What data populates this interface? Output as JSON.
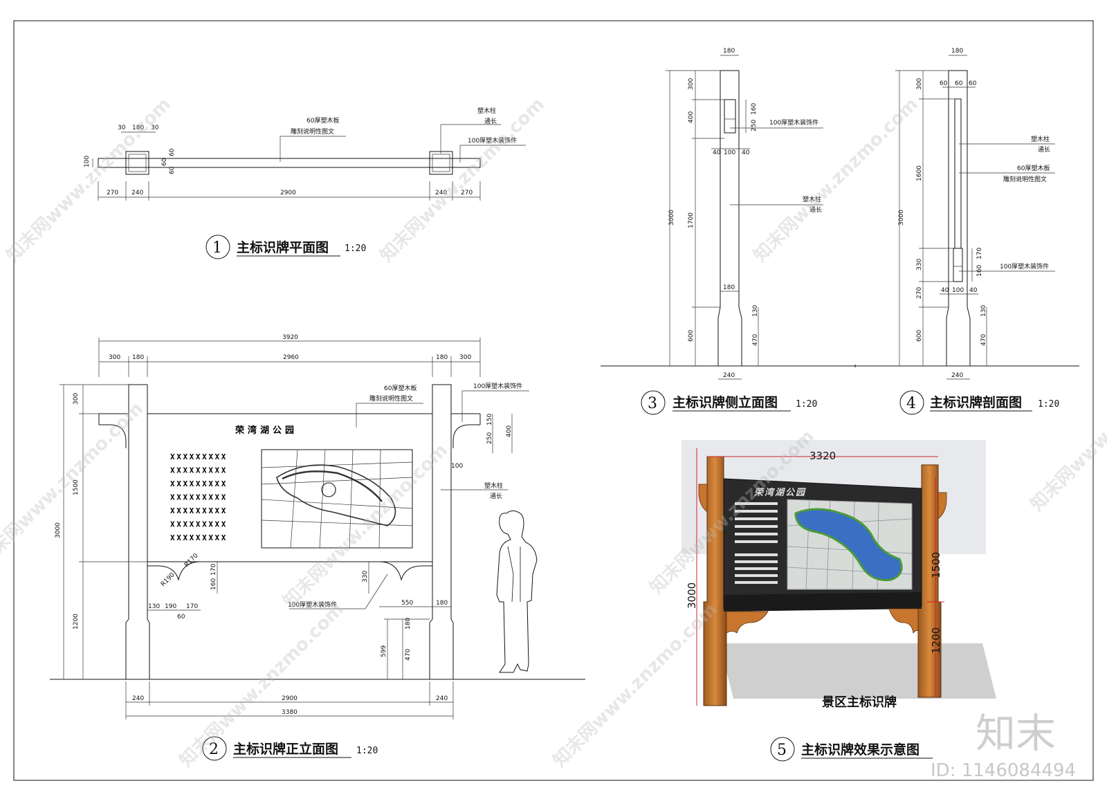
{
  "drawing_1": {
    "number": "1",
    "title": "主标识牌平面图",
    "scale": "1:20",
    "dims": {
      "top_30a": "30",
      "top_180": "180",
      "top_30b": "30",
      "left_100": "100",
      "v_60a": "60",
      "v_60b": "60",
      "v_60c": "60",
      "b_270a": "270",
      "b_240a": "240",
      "b_2900": "2900",
      "b_240b": "240",
      "b_270b": "270"
    },
    "notes": {
      "board_1": "60厚塑木板",
      "board_2": "雕刻说明性图文",
      "post_1": "塑木柱",
      "post_2": "通长",
      "deco": "100厚塑木装饰件"
    }
  },
  "drawing_2": {
    "number": "2",
    "title": "主标识牌正立面图",
    "scale": "1:20",
    "board_title": "荣湾湖公园",
    "placeholder_row": "XXXXXXXXX",
    "placeholder_rows": 7,
    "dims": {
      "d3920": "3920",
      "d300a": "300",
      "d180a": "180",
      "d2960": "2960",
      "d180b": "180",
      "d300b": "300",
      "v300": "300",
      "v1500": "1500",
      "v3000": "3000",
      "v1200": "1200",
      "r170": "R170",
      "r190": "R190",
      "v170": "170",
      "v160": "160",
      "h130": "130",
      "h190": "190",
      "h170": "170",
      "h60": "60",
      "v150": "150",
      "v250": "250",
      "v400": "400",
      "h100": "100",
      "v330": "330",
      "h550": "550",
      "h180": "180",
      "v180": "180",
      "v470": "470",
      "v599": "599",
      "b240a": "240",
      "b2900": "2900",
      "b240b": "240",
      "b3380": "3380"
    },
    "notes": {
      "board_1": "60厚塑木板",
      "board_2": "雕刻说明性图文",
      "deco_top": "100厚塑木装饰件",
      "post_1": "塑木柱",
      "post_2": "通长",
      "deco_bottom": "100厚塑木装饰件"
    }
  },
  "drawing_3": {
    "number": "3",
    "title": "主标识牌侧立面图",
    "scale": "1:20",
    "dims": {
      "w180": "180",
      "v300": "300",
      "v400": "400",
      "v1700": "1700",
      "v600": "600",
      "v3000": "3000",
      "v160": "160",
      "v250": "250",
      "h40a": "40",
      "h100": "100",
      "h40b": "40",
      "w180b": "180",
      "v130": "130",
      "v470": "470",
      "b240": "240"
    },
    "notes": {
      "deco": "100厚塑木装饰件",
      "post_1": "塑木柱",
      "post_2": "通长"
    }
  },
  "drawing_4": {
    "number": "4",
    "title": "主标识牌剖面图",
    "scale": "1:20",
    "dims": {
      "w180": "180",
      "h60a": "60",
      "h60b": "60",
      "h60c": "60",
      "v300": "300",
      "v1600": "1600",
      "v3000": "3000",
      "v330": "330",
      "v270": "270",
      "v600": "600",
      "v170": "170",
      "v160": "160",
      "h40a": "40",
      "h100": "100",
      "h40b": "40",
      "v130": "130",
      "v470": "470",
      "b240": "240"
    },
    "notes": {
      "post_1": "塑木柱",
      "post_2": "通长",
      "board_1": "60厚塑木板",
      "board_2": "雕刻说明性图文",
      "deco": "100厚塑木装饰件"
    }
  },
  "drawing_5": {
    "number": "5",
    "title": "主标识牌效果示意图",
    "caption": "景区主标识牌",
    "sign_title": "荣湾湖公园",
    "dims": {
      "w3320": "3320",
      "v3000": "3000",
      "v1500": "1500",
      "v1200": "1200"
    },
    "colors": {
      "wood": "#c8762e",
      "wood_dark": "#8a4a18",
      "board": "#2a2a2a",
      "water": "#3a6fc4",
      "dim_red": "#d0202a"
    }
  },
  "watermark": {
    "site": "知末网www.znzmo.com",
    "logo": "知末",
    "id": "ID: 1146084494"
  }
}
